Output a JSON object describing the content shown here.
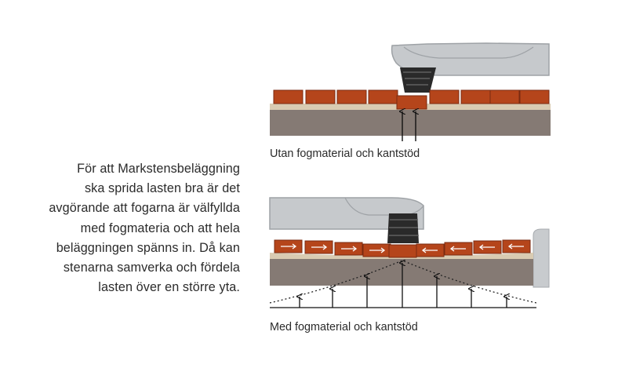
{
  "intro": {
    "lines": [
      "För att Markstensbeläggning",
      "ska sprida lasten bra är det",
      "avgörande att fogarna är välfyllda",
      "med fogmateria och att hela",
      "beläggningen spänns in. Då kan",
      "stenarna samverka och fördela",
      "lasten över en större yta."
    ]
  },
  "panels": {
    "top_caption": "Utan fogmaterial och kantstöd",
    "bottom_caption": "Med fogmaterial och kantstöd"
  },
  "colors": {
    "brick": "#b5451b",
    "brick_edge": "#7a2a10",
    "sand": "#d9cbb2",
    "soil": "#857a74",
    "car": "#c6c9cc",
    "car_edge": "#9ea2a6",
    "tire": "#2a2a2a",
    "arrow": "#111111",
    "kerb": "#c8cbce"
  }
}
